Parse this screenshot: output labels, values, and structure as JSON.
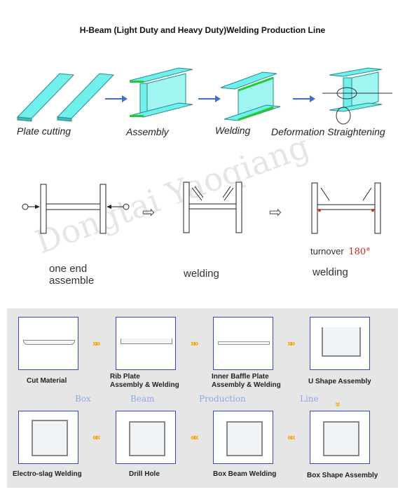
{
  "title": "H-Beam (Light Duty and Heavy Duty)Welding Production Line",
  "hbeam_steps": [
    "Plate cutting",
    "Assembly",
    "Welding",
    "Deformation Straightening"
  ],
  "assembly_steps": {
    "step1": "one end\nassemble",
    "step2": "welding",
    "step3_turnover": "turnover",
    "step3_degree": "180°",
    "step3": "welding"
  },
  "box_steps": {
    "row1": [
      "Cut Material",
      "Rib Plate\nAssembly & Welding",
      "Inner Baffle Plate\nAssembly & Welding",
      "U Shape Assembly"
    ],
    "row2": [
      "Electro-slag Welding",
      "Drill Hole",
      "Box Beam Welding",
      "Box Shape Assembly"
    ]
  },
  "flow_words": [
    "Box",
    "Beam",
    "Production",
    "Line"
  ],
  "chevron_right": "»»",
  "chevron_left": "««",
  "chevron_down": "»",
  "watermark": "Dongtai Yaoqiang",
  "colors": {
    "cyan": "#6ff0ec",
    "green": "#22cc33",
    "blue_border": "#3446c9",
    "arrow": "#3b6fd4",
    "chevron": "#f0a400"
  }
}
